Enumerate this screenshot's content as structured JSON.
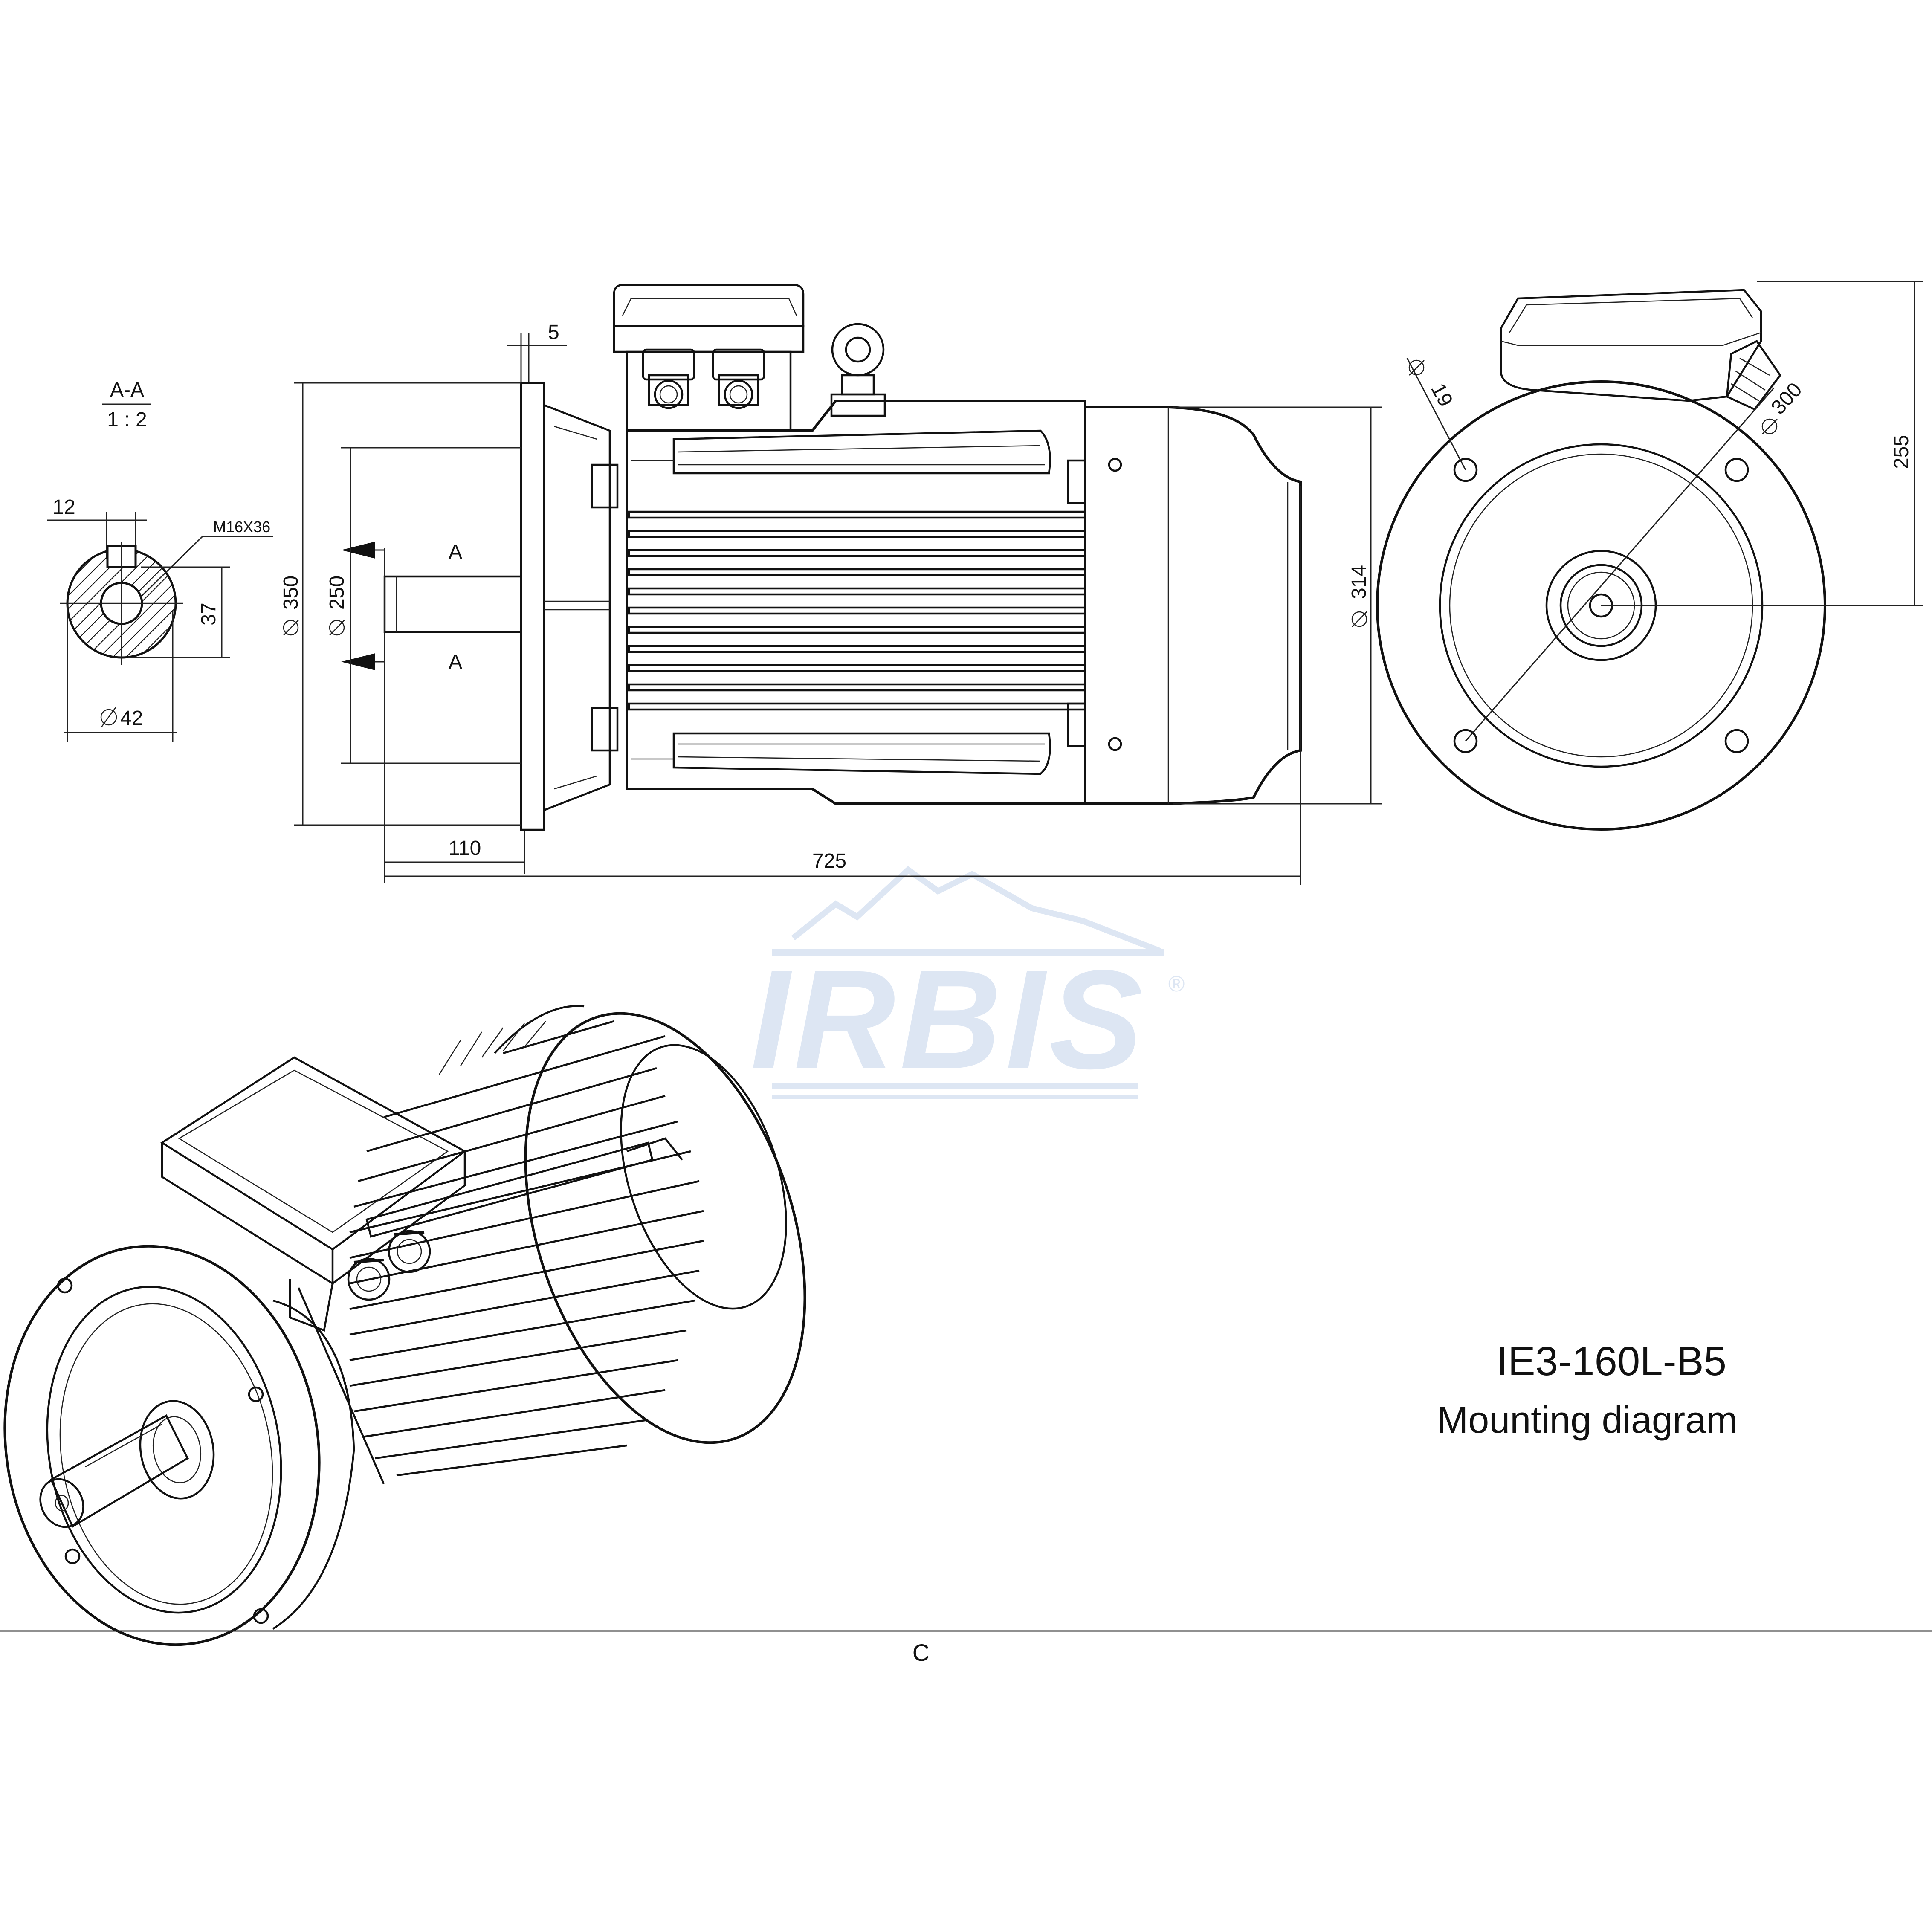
{
  "title": {
    "model": "IE3-160L-B5",
    "subtitle": "Mounting diagram",
    "sheet_letter": "C"
  },
  "section_view": {
    "label": "A-A",
    "scale": "1 : 2",
    "key_width": "12",
    "thread": "M16X36",
    "height": "37",
    "shaft_diameter": "42"
  },
  "side_view": {
    "flange_thickness": "5",
    "flange_diameter": "350",
    "spigot_diameter": "250",
    "section_mark": "A",
    "shaft_length": "110",
    "overall_length": "725",
    "body_diameter": "314"
  },
  "front_view": {
    "hole_diameter": "19",
    "pcd": "300",
    "height": "255"
  },
  "watermark": {
    "brand": "IRBIS",
    "mark": "®"
  },
  "icons": {
    "diameter": "diameter-symbol-icon",
    "arrow": "section-arrow-icon"
  }
}
